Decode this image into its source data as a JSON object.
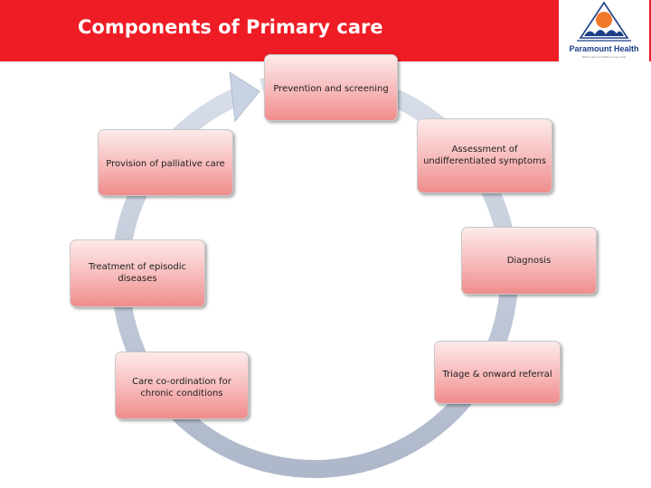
{
  "header": {
    "title": "Components of Primary care",
    "logo_name": "Paramount Health",
    "logo_tagline": "Where care for health is a way of life"
  },
  "colors": {
    "header_red": "#ee1c25",
    "node_fill_top": "#fdeaea",
    "node_fill_bottom": "#f08c8c",
    "ring": "#c4cddd",
    "logo_sun": "#f2792b",
    "logo_blue": "#1c3f88"
  },
  "diagram": {
    "type": "cycle",
    "nodes": [
      {
        "label": "Prevention and screening"
      },
      {
        "label": "Assessment of\nundifferentiated symptoms"
      },
      {
        "label": "Diagnosis"
      },
      {
        "label": "Triage & onward referral"
      },
      {
        "label": "Care co-ordination for\nchronic conditions"
      },
      {
        "label": "Treatment of episodic\ndiseases"
      },
      {
        "label": "Provision of palliative care"
      }
    ]
  }
}
